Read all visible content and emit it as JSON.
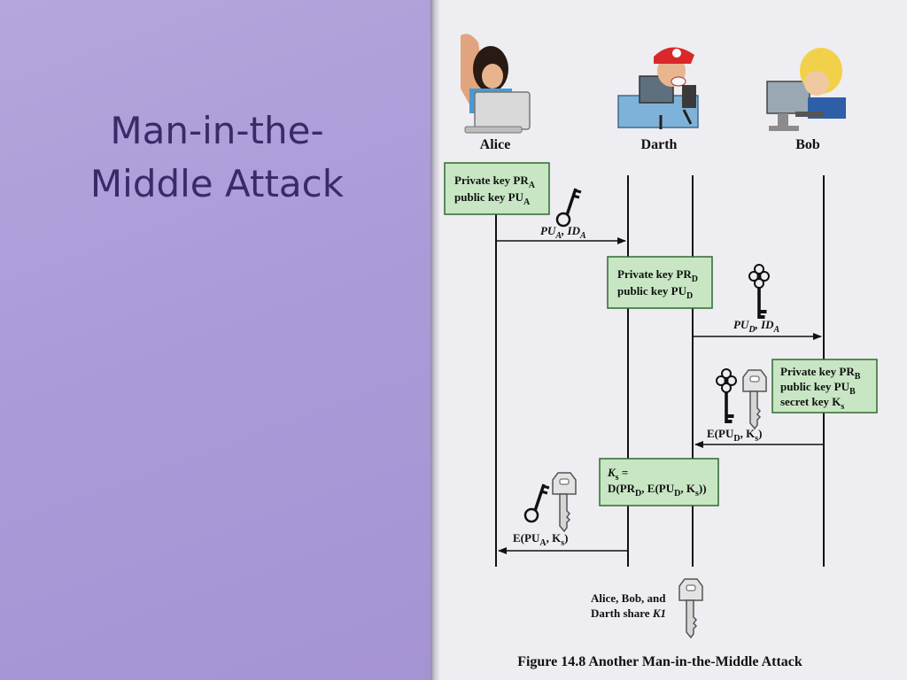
{
  "slide": {
    "title_line1": "Man-in-the-",
    "title_line2": "Middle Attack"
  },
  "actors": {
    "alice": "Alice",
    "darth": "Darth",
    "bob": "Bob"
  },
  "boxes": {
    "alice_keys": {
      "line1": "Private key PR",
      "line1_sub": "A",
      "line2": "public key PU",
      "line2_sub": "A"
    },
    "darth_keys": {
      "line1": "Private key PR",
      "line1_sub": "D",
      "line2": "public key PU",
      "line2_sub": "D"
    },
    "bob_keys": {
      "line1": "Private key PR",
      "line1_sub": "B",
      "line2": "public key PU",
      "line2_sub": "B",
      "line3": "secret key K",
      "line3_sub": "s"
    },
    "darth_decrypt": {
      "line1": "K",
      "line1_sub": "s",
      "line1_tail": " =",
      "line2": "D(PR",
      "line2_sub": "D",
      "line2_mid": ", E(PU",
      "line2_sub2": "D",
      "line2_mid2": ", K",
      "line2_sub3": "s",
      "line2_tail": "))"
    }
  },
  "messages": {
    "m1": {
      "a": "PU",
      "a_sub": "A",
      "b": ", ID",
      "b_sub": "A"
    },
    "m2": {
      "a": "PU",
      "a_sub": "D",
      "b": ", ID",
      "b_sub": "A"
    },
    "m3": {
      "a": "E(PU",
      "a_sub": "D",
      "b": ", K",
      "b_sub": "s",
      "c": ")"
    },
    "m4": {
      "a": "E(PU",
      "a_sub": "A",
      "b": ", K",
      "b_sub": "s",
      "c": ")"
    }
  },
  "footer": {
    "share_line1": "Alice, Bob, and",
    "share_line2": "Darth share ",
    "share_key": "K1"
  },
  "caption": "Figure 14.8  Another Man-in-the-Middle Attack",
  "icons": [
    "person-alice-icon",
    "person-darth-icon",
    "person-bob-icon",
    "old-key-icon",
    "ornate-key-icon",
    "modern-key-icon"
  ]
}
